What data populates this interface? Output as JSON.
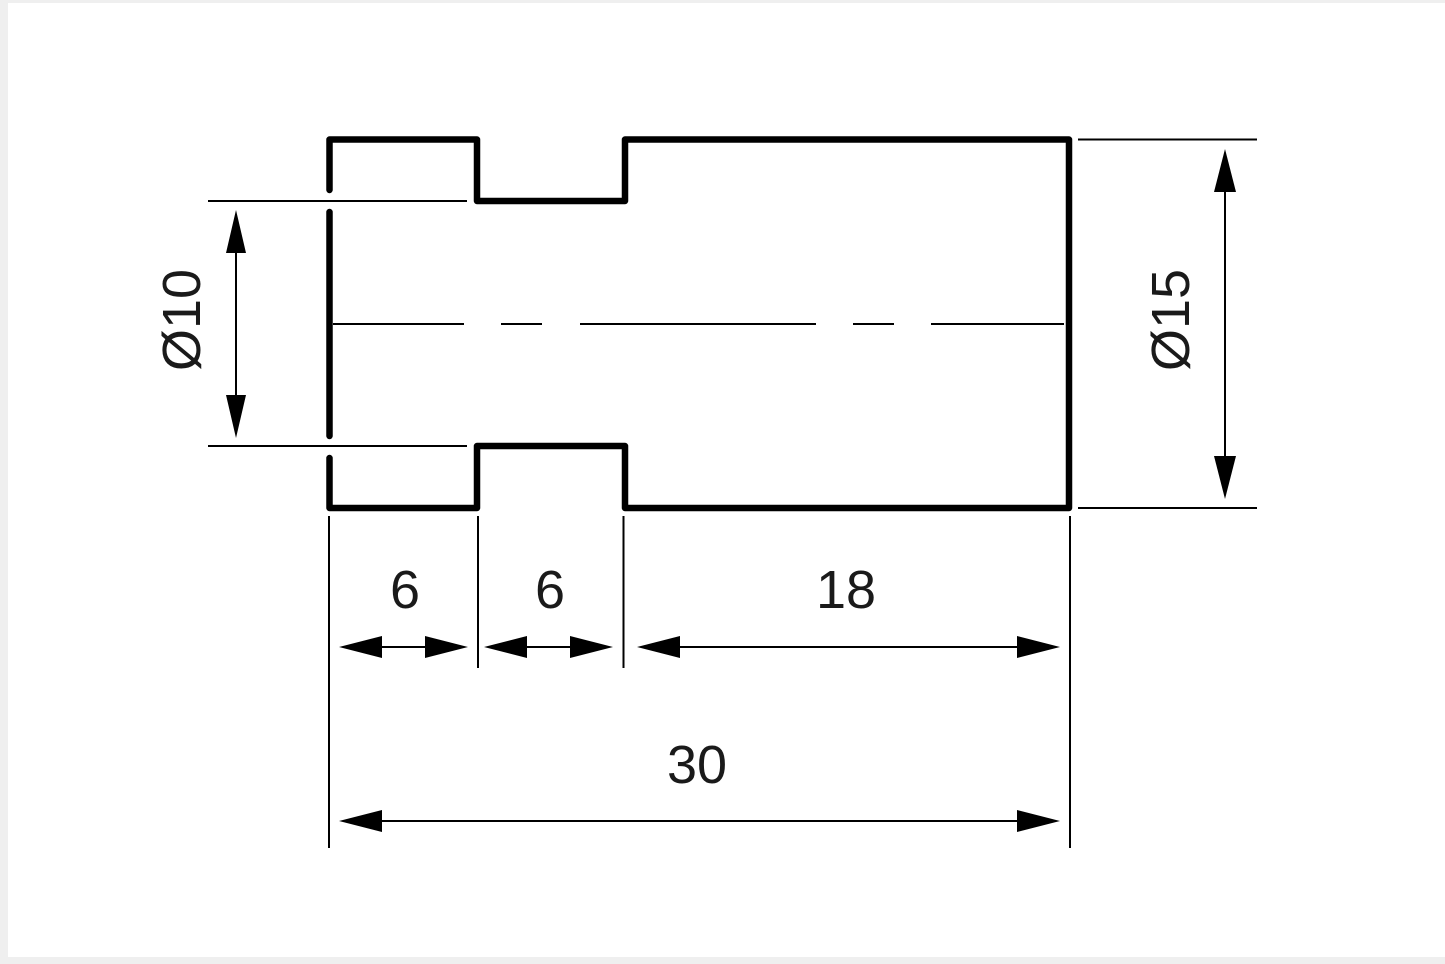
{
  "drawing": {
    "type": "technical-drawing",
    "part": "stepped shaft with groove (side view)",
    "line_color": "#000000",
    "background": "#ffffff",
    "border_color": "#efefef"
  },
  "dimensions": {
    "diameter_left": {
      "label": "Ø10",
      "value": 10,
      "kind": "diameter",
      "orientation": "vertical"
    },
    "diameter_right": {
      "label": "Ø15",
      "value": 15,
      "kind": "diameter",
      "orientation": "vertical"
    },
    "length_segment_1": {
      "label": "6",
      "value": 6,
      "kind": "length"
    },
    "length_segment_2": {
      "label": "6",
      "value": 6,
      "kind": "length"
    },
    "length_segment_3": {
      "label": "18",
      "value": 18,
      "kind": "length"
    },
    "length_total": {
      "label": "30",
      "value": 30,
      "kind": "length"
    }
  }
}
